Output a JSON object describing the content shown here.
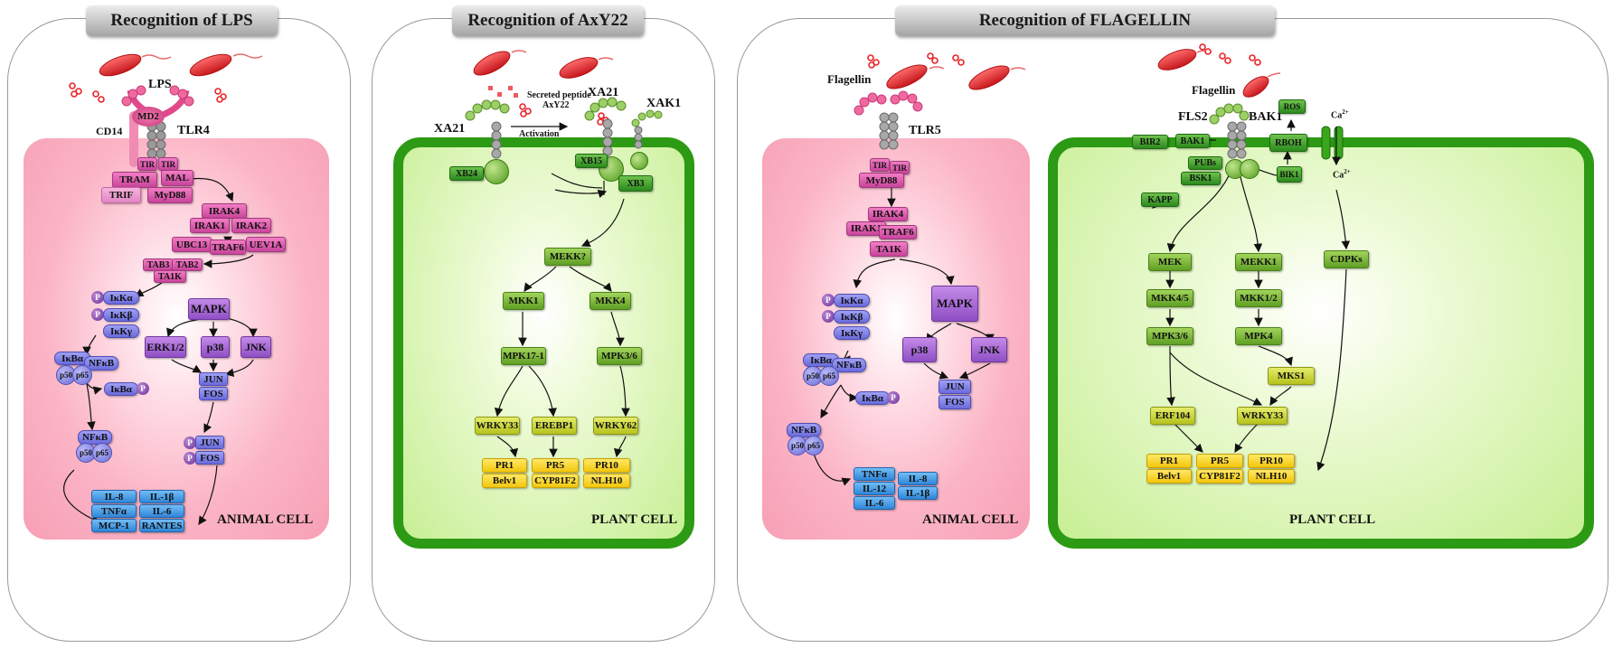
{
  "headers": {
    "lps": "Recognition of LPS",
    "axy22": "Recognition of AxY22",
    "flagellin": "Recognition of FLAGELLIN"
  },
  "cell_labels": {
    "animal_1": "ANIMAL CELL",
    "plant_1": "PLANT CELL",
    "animal_2": "ANIMAL CELL",
    "plant_2": "PLANT CELL"
  },
  "lps_panel": {
    "ligand": "LPS",
    "md2": "MD2",
    "cd14": "CD14",
    "receptor": "TLR4",
    "tir_left": "TIR",
    "tir_right": "TIR",
    "tram": "TRAM",
    "mal": "MAL",
    "trif": "TRIF",
    "myd88": "MyD88",
    "irak4": "IRAK4",
    "irak1": "IRAK1",
    "irak2": "IRAK2",
    "ubc13": "UBC13",
    "traf6": "TRAF6",
    "uev1a": "UEV1A",
    "tab3": "TAB3",
    "tab2": "TAB2",
    "tak1": "TA1K",
    "ikka": "IκKα",
    "ikkb": "IκKβ",
    "ikkg": "IκKγ",
    "ikba": "IκBα",
    "nfkb": "NFκB",
    "p50": "p50",
    "p65": "p65",
    "ikba_p": "IκBα",
    "nfkb2": "NFκB",
    "p50b": "p50",
    "p65b": "p65",
    "mapk": "MAPK",
    "erk": "ERK1/2",
    "p38": "p38",
    "jnk": "JNK",
    "jun": "JUN",
    "fos": "FOS",
    "jun2": "JUN",
    "fos2": "FOS",
    "p": "P",
    "cytokines": [
      "IL-8",
      "IL-1β",
      "TNFα",
      "IL-6",
      "MCP-1",
      "RANTES"
    ]
  },
  "axy22_panel": {
    "xa21": "XA21",
    "xa21b": "XA21",
    "xak1": "XAK1",
    "secreted_1": "Secreted peptide",
    "secreted_2": "AxY22",
    "activation": "Activation",
    "xb24": "XB24",
    "xb15": "XB15",
    "xb3": "XB3",
    "mekk": "MEKK?",
    "mkk1": "MKK1",
    "mkk4": "MKK4",
    "mpk17": "MPK17-1",
    "mpk36": "MPK3/6",
    "wrky33": "WRKY33",
    "erebp1": "EREBP1",
    "wrky62": "WRKY62",
    "genes": [
      "PR1",
      "PR5",
      "PR10",
      "Belv1",
      "CYP81F2",
      "NLH10"
    ]
  },
  "flagellin_animal": {
    "ligand": "Flagellin",
    "receptor": "TLR5",
    "tir_left": "TIR",
    "tir_right": "TIR",
    "myd88": "MyD88",
    "irak4": "IRAK4",
    "irak1": "IRAK1",
    "traf6": "TRAF6",
    "tak1": "TA1K",
    "ikka": "IκKα",
    "ikkb": "IκKβ",
    "ikkg": "IκKγ",
    "ikba": "IκBα",
    "nfkb": "NFκB",
    "p50": "p50",
    "p65": "p65",
    "ikba_p": "IκBα",
    "nfkb2": "NFκB",
    "p50b": "p50",
    "p65b": "p65",
    "mapk": "MAPK",
    "p38": "p38",
    "jnk": "JNK",
    "jun": "JUN",
    "fos": "FOS",
    "p": "P",
    "cytokines": [
      "TNFα",
      "IL-8",
      "IL-12",
      "IL-1β",
      "IL-6"
    ]
  },
  "flagellin_plant": {
    "ligand": "Flagellin",
    "fls2": "FLS2",
    "bak1": "BAK1",
    "ros": "ROS",
    "ca": "Ca",
    "ca_sup": "2+",
    "ca2": "Ca",
    "ca2_sup": "2+",
    "bir2": "BIR2",
    "bak1_box": "BAK1",
    "rboh": "RBOH",
    "pubs": "PUBs",
    "bsk1": "BSK1",
    "bik1": "BIK1",
    "kapp": "KAPP",
    "mek": "MEK",
    "mekk1": "MEKK1",
    "cdpks": "CDPKs",
    "mkk45": "MKK4/5",
    "mkk12": "MKK1/2",
    "mpk36": "MPK3/6",
    "mpk4": "MPK4",
    "mks1": "MKS1",
    "erf104": "ERF104",
    "wrky33": "WRKY33",
    "genes": [
      "PR1",
      "PR5",
      "PR10",
      "Belv1",
      "CYP81F2",
      "NLH10"
    ]
  },
  "colors": {
    "magenta": "#d14ea6",
    "purple": "#9a55c8",
    "blue": "#6f6fdc",
    "cyan": "#3a8fdc",
    "green": "#6aaa2a",
    "dark_green": "#2c9a14",
    "yellow": "#f2c60c",
    "bacteria": "#e8242a"
  }
}
